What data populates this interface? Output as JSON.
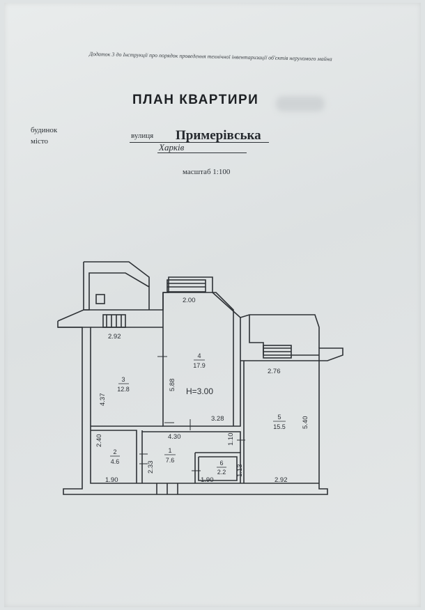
{
  "header_note": "Додаток 3 до Інструкції про порядок проведення технічної інвентаризації об'єктів нерухомого майна",
  "title": "ПЛАН КВАРТИРИ",
  "fields": {
    "building_label": "будинок",
    "city_label": "місто",
    "street_label": "вулиця",
    "street_value": "Примерівська",
    "city_value": "Харків",
    "scale": "масштаб 1:100"
  },
  "plan": {
    "height_label": "H=3.00",
    "rooms": [
      {
        "number": "1",
        "area": "7.6"
      },
      {
        "number": "2",
        "area": "4.6"
      },
      {
        "number": "3",
        "area": "12.8"
      },
      {
        "number": "4",
        "area": "17.9"
      },
      {
        "number": "5",
        "area": "15.5"
      },
      {
        "number": "6",
        "area": "2.2"
      }
    ],
    "dimensions": {
      "d_2_00": "2.00",
      "d_2_92_top": "2.92",
      "d_2_76": "2.76",
      "d_4_37": "4.37",
      "d_5_88": "5.88",
      "d_5_40": "5.40",
      "d_3_28": "3.28",
      "d_4_30": "4.30",
      "d_2_40": "2.40",
      "d_1_10": "1.10",
      "d_2_33": "2.33",
      "d_1_13": "1.13",
      "d_1_90_left": "1.90",
      "d_1_90_mid": "1.90",
      "d_2_92_bottom": "2.92"
    }
  }
}
